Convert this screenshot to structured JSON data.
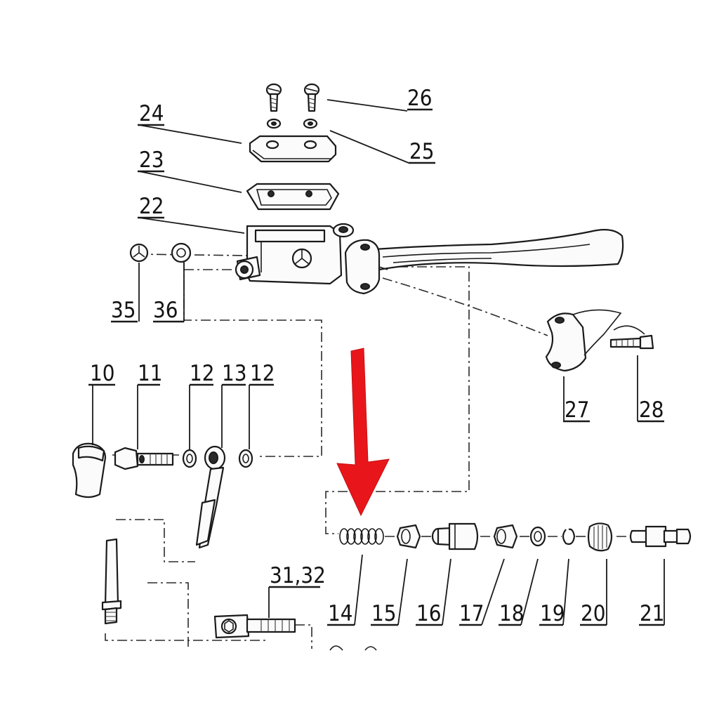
{
  "diagram": {
    "labels": {
      "p10": "10",
      "p11": "11",
      "p12a": "12",
      "p13": "13",
      "p12b": "12",
      "p14": "14",
      "p15": "15",
      "p16": "16",
      "p17": "17",
      "p18": "18",
      "p19": "19",
      "p20": "20",
      "p21": "21",
      "p22": "22",
      "p23": "23",
      "p24": "24",
      "p25": "25",
      "p26": "26",
      "p27": "27",
      "p28": "28",
      "p31_32": "31,32",
      "p35": "35",
      "p36": "36"
    },
    "arrow_color": "#e8161b"
  }
}
